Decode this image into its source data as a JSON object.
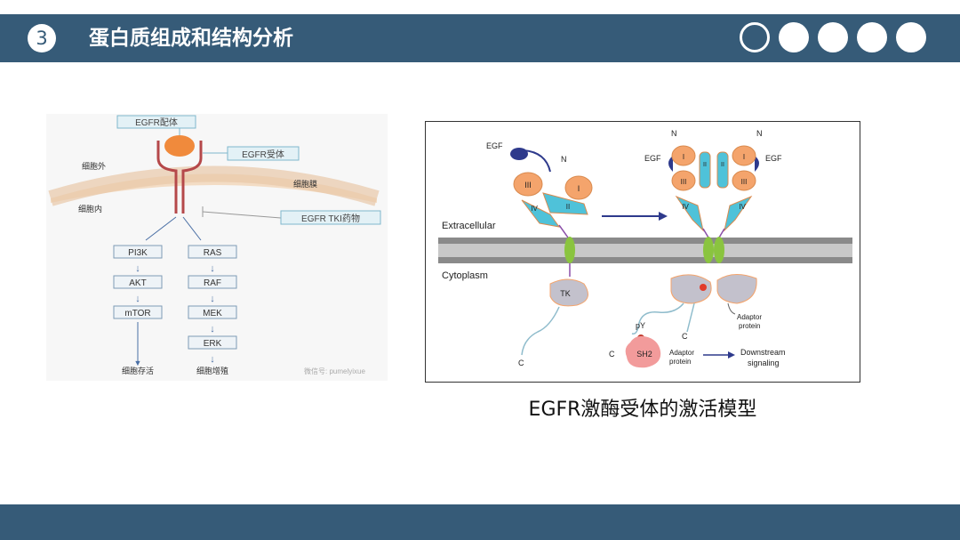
{
  "header": {
    "section_number": "3",
    "title": "蛋白质组成和结构分析"
  },
  "left_figure": {
    "ligand_label": "EGFR配体",
    "receptor_label": "EGFR受体",
    "outside_label": "细胞外",
    "membrane_label": "细胞膜",
    "inside_label": "细胞内",
    "tki_label": "EGFR TKI药物",
    "pathway_left": [
      "PI3K",
      "AKT",
      "mTOR"
    ],
    "pathway_right": [
      "RAS",
      "RAF",
      "MEK",
      "ERK"
    ],
    "outcome_left": "细胞存活",
    "outcome_right": "细胞增殖",
    "watermark": "微信号: pumelyixue"
  },
  "right_figure": {
    "egf_left": "EGF",
    "egf_dimer_left": "EGF",
    "egf_dimer_right": "EGF",
    "n_label": "N",
    "c_label": "C",
    "domain_i": "I",
    "domain_ii": "II",
    "domain_iii": "III",
    "domain_iv": "IV",
    "extracellular": "Extracellular",
    "cytoplasm": "Cytoplasm",
    "tk": "TK",
    "py": "pY",
    "sh2": "SH2",
    "adaptor_protein_1": "Adaptor",
    "adaptor_protein_2": "protein",
    "adaptor_right_1": "Adaptor",
    "adaptor_right_2": "protein",
    "downstream_1": "Downstream",
    "downstream_2": "signaling"
  },
  "caption": "EGFR激酶受体的激活模型",
  "colors": {
    "bar": "#365b78",
    "orange": "#f4a46c",
    "cyan": "#4fc2d9",
    "navy": "#2e3a8c",
    "lipid": "#8a8a8a",
    "green": "#8ac43f"
  }
}
